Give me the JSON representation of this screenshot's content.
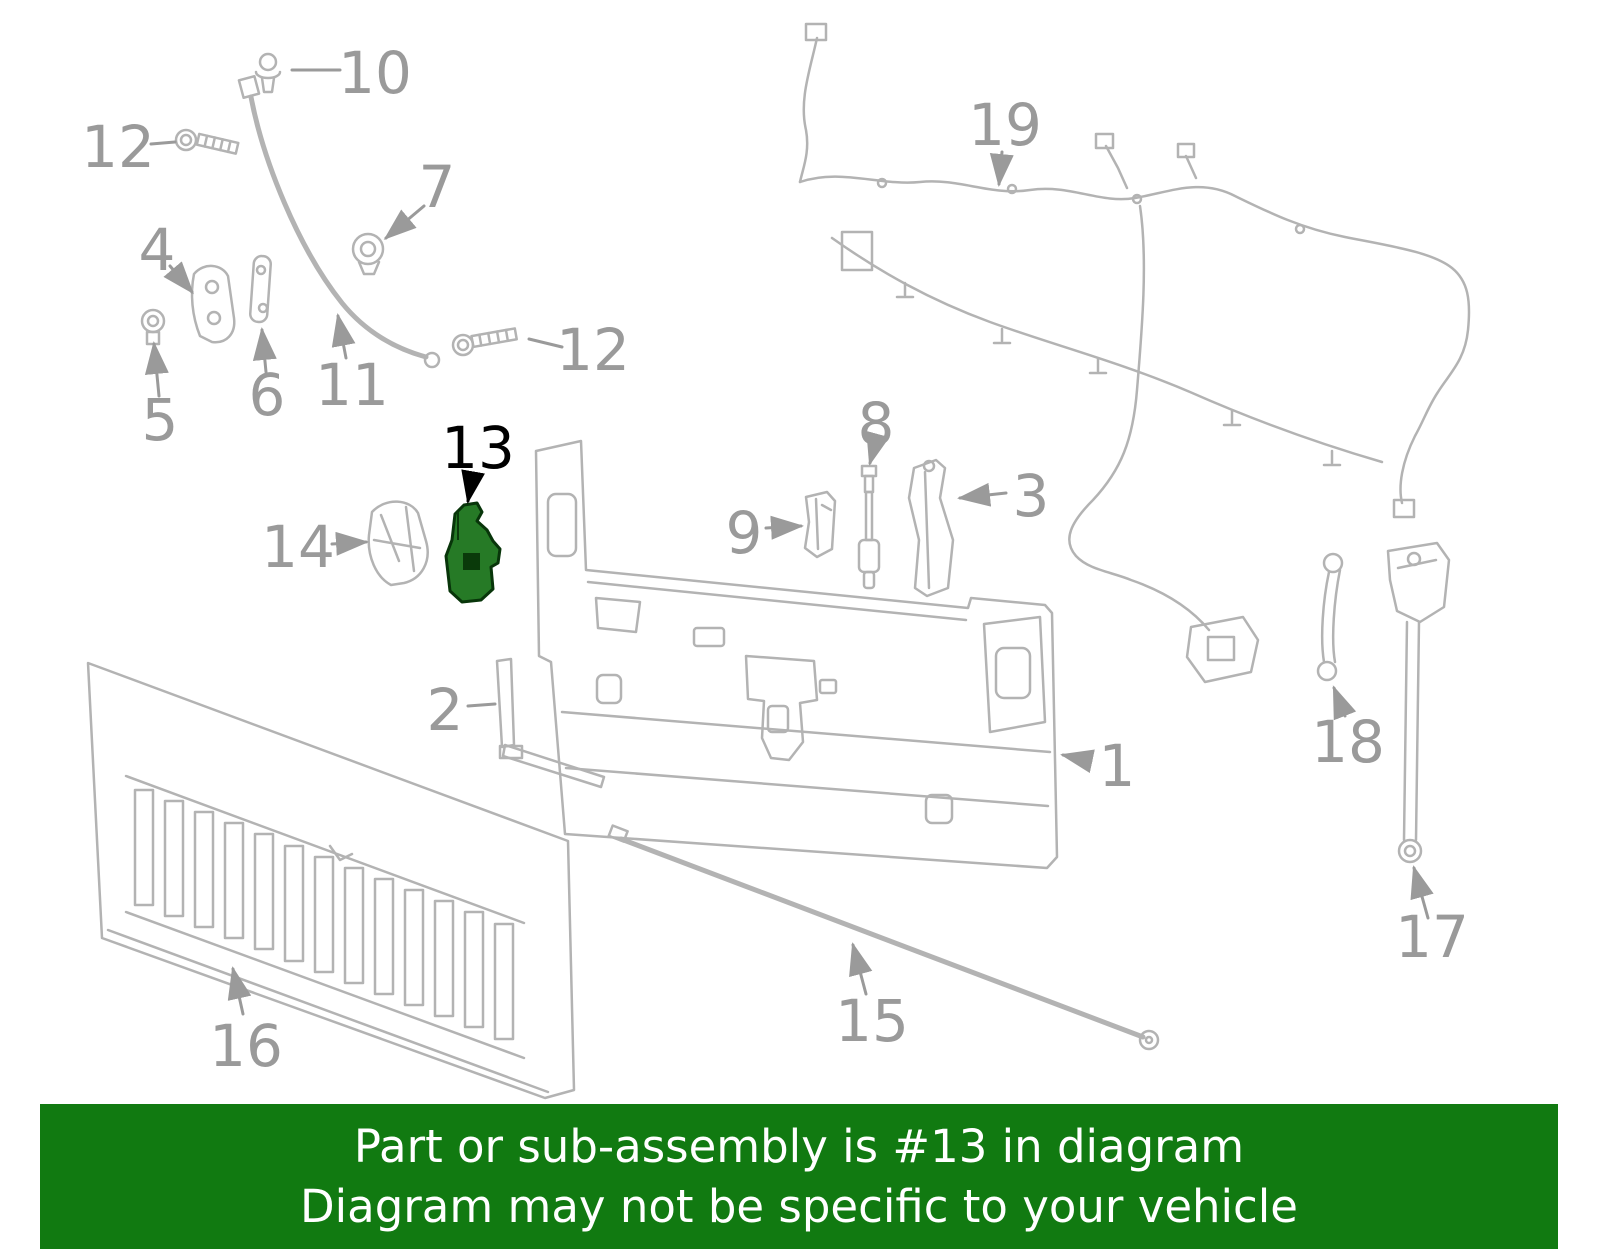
{
  "callouts": [
    {
      "text": "10"
    },
    {
      "text": "12"
    },
    {
      "text": "7"
    },
    {
      "text": "4"
    },
    {
      "text": "5"
    },
    {
      "text": "6"
    },
    {
      "text": "11"
    },
    {
      "text": "12"
    },
    {
      "text": "13"
    },
    {
      "text": "14"
    },
    {
      "text": "9"
    },
    {
      "text": "8"
    },
    {
      "text": "3"
    },
    {
      "text": "19"
    },
    {
      "text": "2"
    },
    {
      "text": "1"
    },
    {
      "text": "18"
    },
    {
      "text": "17"
    },
    {
      "text": "16"
    },
    {
      "text": "15"
    }
  ],
  "highlighted_part": {
    "number": "13"
  },
  "banner": {
    "line1": "Part or sub-assembly is #13 in diagram",
    "line2": "Diagram may not be specific to your vehicle",
    "bg_color": "#117a11",
    "text_color": "#ffffff"
  },
  "colors": {
    "line_art": "#b3b3b3",
    "callout_text": "#9a9a9a",
    "highlight_fill": "#267a26",
    "highlight_stroke": "#08350a",
    "highlight_callout_text": "#000000"
  }
}
